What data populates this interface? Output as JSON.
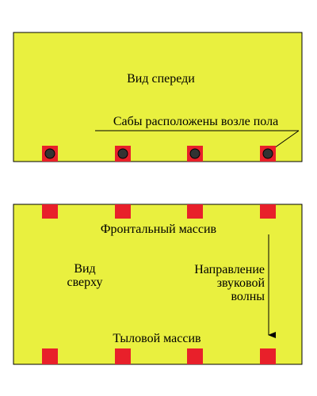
{
  "colors": {
    "panel_fill": "#e9f03f",
    "panel_stroke": "#000000",
    "sub_red": "#e8202a",
    "sub_driver": "#333333",
    "line": "#000000"
  },
  "front_view": {
    "title": "Вид спереди",
    "callout": "Сабы расположены возле пола",
    "subwoofers": [
      1,
      2,
      3,
      4
    ]
  },
  "top_view": {
    "title_line1": "Вид",
    "title_line2": "сверху",
    "front_array_label": "Фронтальный массив",
    "rear_array_label": "Тыловой массив",
    "direction_line1": "Направление",
    "direction_line2": "звуковой",
    "direction_line3": "волны",
    "front_row": [
      1,
      2,
      3,
      4
    ],
    "rear_row": [
      1,
      2,
      3,
      4
    ]
  }
}
